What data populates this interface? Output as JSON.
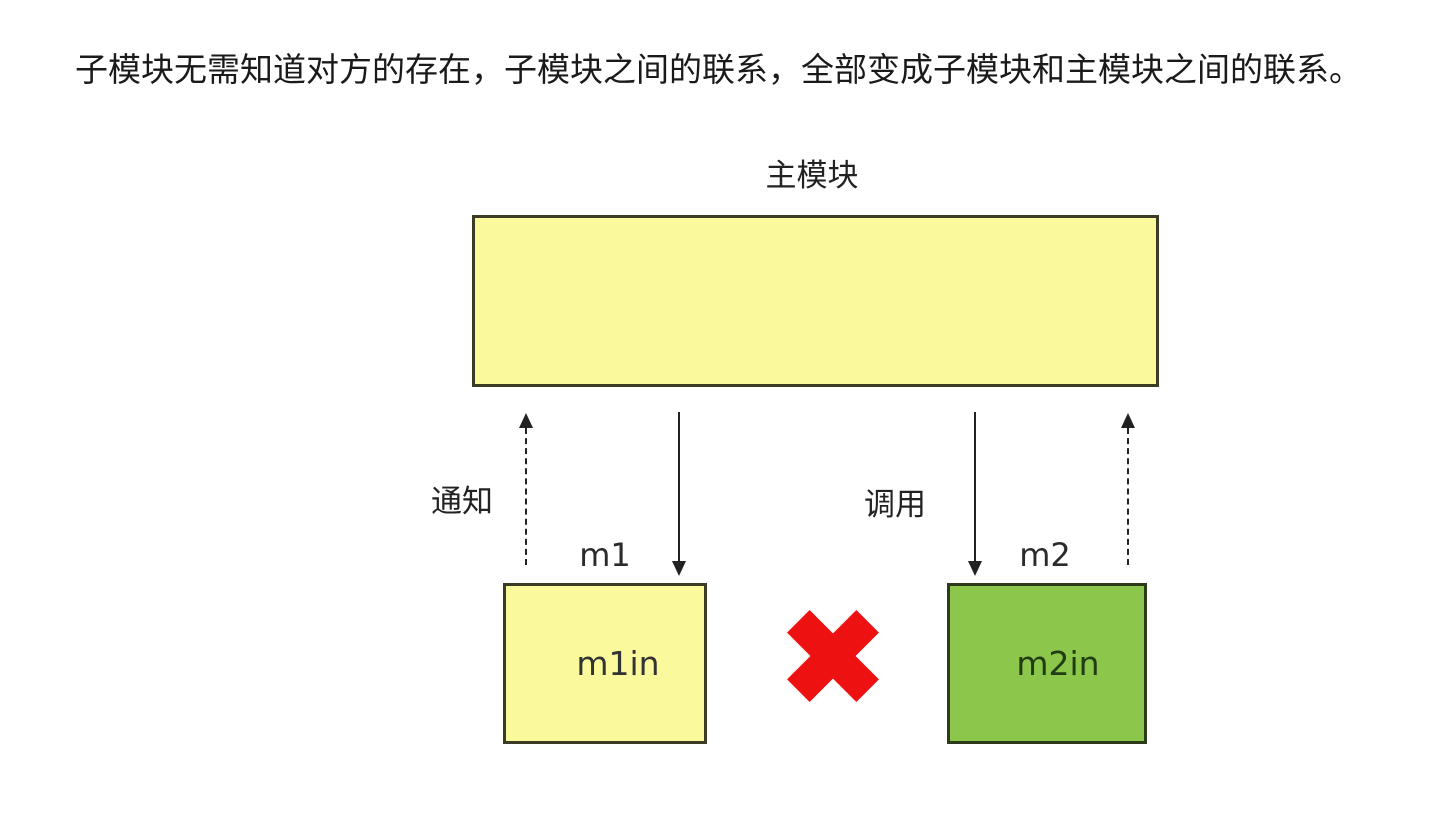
{
  "heading": "子模块无需知道对方的存在，子模块之间的联系，全部变成子模块和主模块之间的联系。",
  "diagram": {
    "main_module": {
      "label": "主模块"
    },
    "left_channel": {
      "up_arrow_label": "通知",
      "up_arrow_style": "dashed",
      "down_arrow_style": "solid"
    },
    "right_channel": {
      "down_arrow_label": "调用",
      "down_arrow_style": "solid",
      "up_arrow_style": "dashed"
    },
    "module_m1": {
      "label": "m1",
      "inner_label": "m1in"
    },
    "module_m2": {
      "label": "m2",
      "inner_label": "m2in"
    },
    "forbidden_link": {
      "symbol": "red-cross"
    },
    "colors": {
      "yellow": "#FAFA9D",
      "green": "#8CC74B",
      "red": "#EE1111",
      "border-yellow": "#3B3B26",
      "border-green": "#2E3B1A",
      "ink": "#222222",
      "heading-ink": "#1A1A1A"
    }
  }
}
